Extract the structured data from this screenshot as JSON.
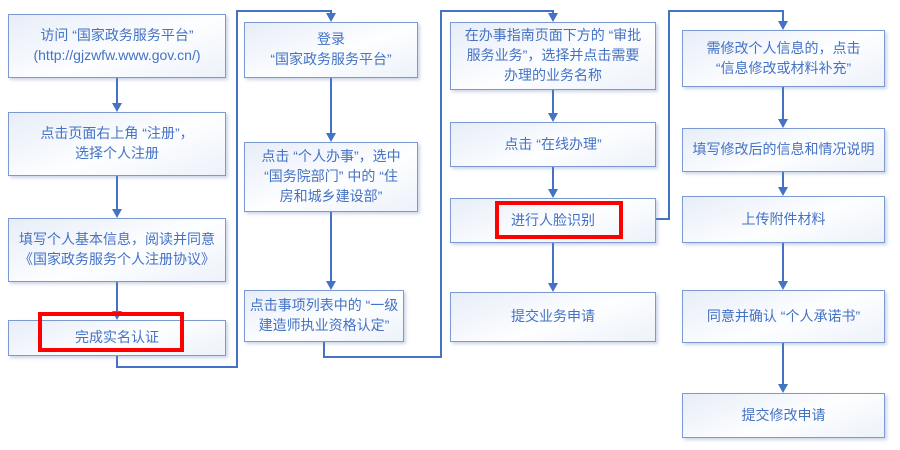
{
  "colors": {
    "accent": "#4472C4",
    "box_border": "#7C99D1",
    "highlight": "#FF0000"
  },
  "flowchart": {
    "type": "flowchart",
    "columns": [
      {
        "steps": [
          {
            "text": "访问 “国家政务服务平台”\n(http://gjzwfw.www.gov.cn/)"
          },
          {
            "text": "点击页面右上角 “注册”，\n选择个人注册"
          },
          {
            "text": "填写个人基本信息，阅读并同意\n《国家政务服务个人注册协议》"
          },
          {
            "text": "完成实名认证",
            "highlighted": true
          }
        ]
      },
      {
        "steps": [
          {
            "text": "登录\n“国家政务服务平台”"
          },
          {
            "text": "点击 “个人办事”，选中\n“国务院部门” 中的 “住\n房和城乡建设部”"
          },
          {
            "text": "点击事项列表中的 “一级\n建造师执业资格认定”"
          }
        ]
      },
      {
        "steps": [
          {
            "text": "在办事指南页面下方的 “审批\n服务业务”，选择并点击需要\n办理的业务名称"
          },
          {
            "text": "点击 “在线办理”"
          },
          {
            "text": "进行人脸识别",
            "highlighted": true
          },
          {
            "text": "提交业务申请"
          }
        ]
      },
      {
        "steps": [
          {
            "text": "需修改个人信息的，点击\n“信息修改或材料补充”"
          },
          {
            "text": "填写修改后的信息和情况说明"
          },
          {
            "text": "上传附件材料"
          },
          {
            "text": "同意并确认 “个人承诺书”"
          },
          {
            "text": "提交修改申请"
          }
        ]
      }
    ]
  }
}
